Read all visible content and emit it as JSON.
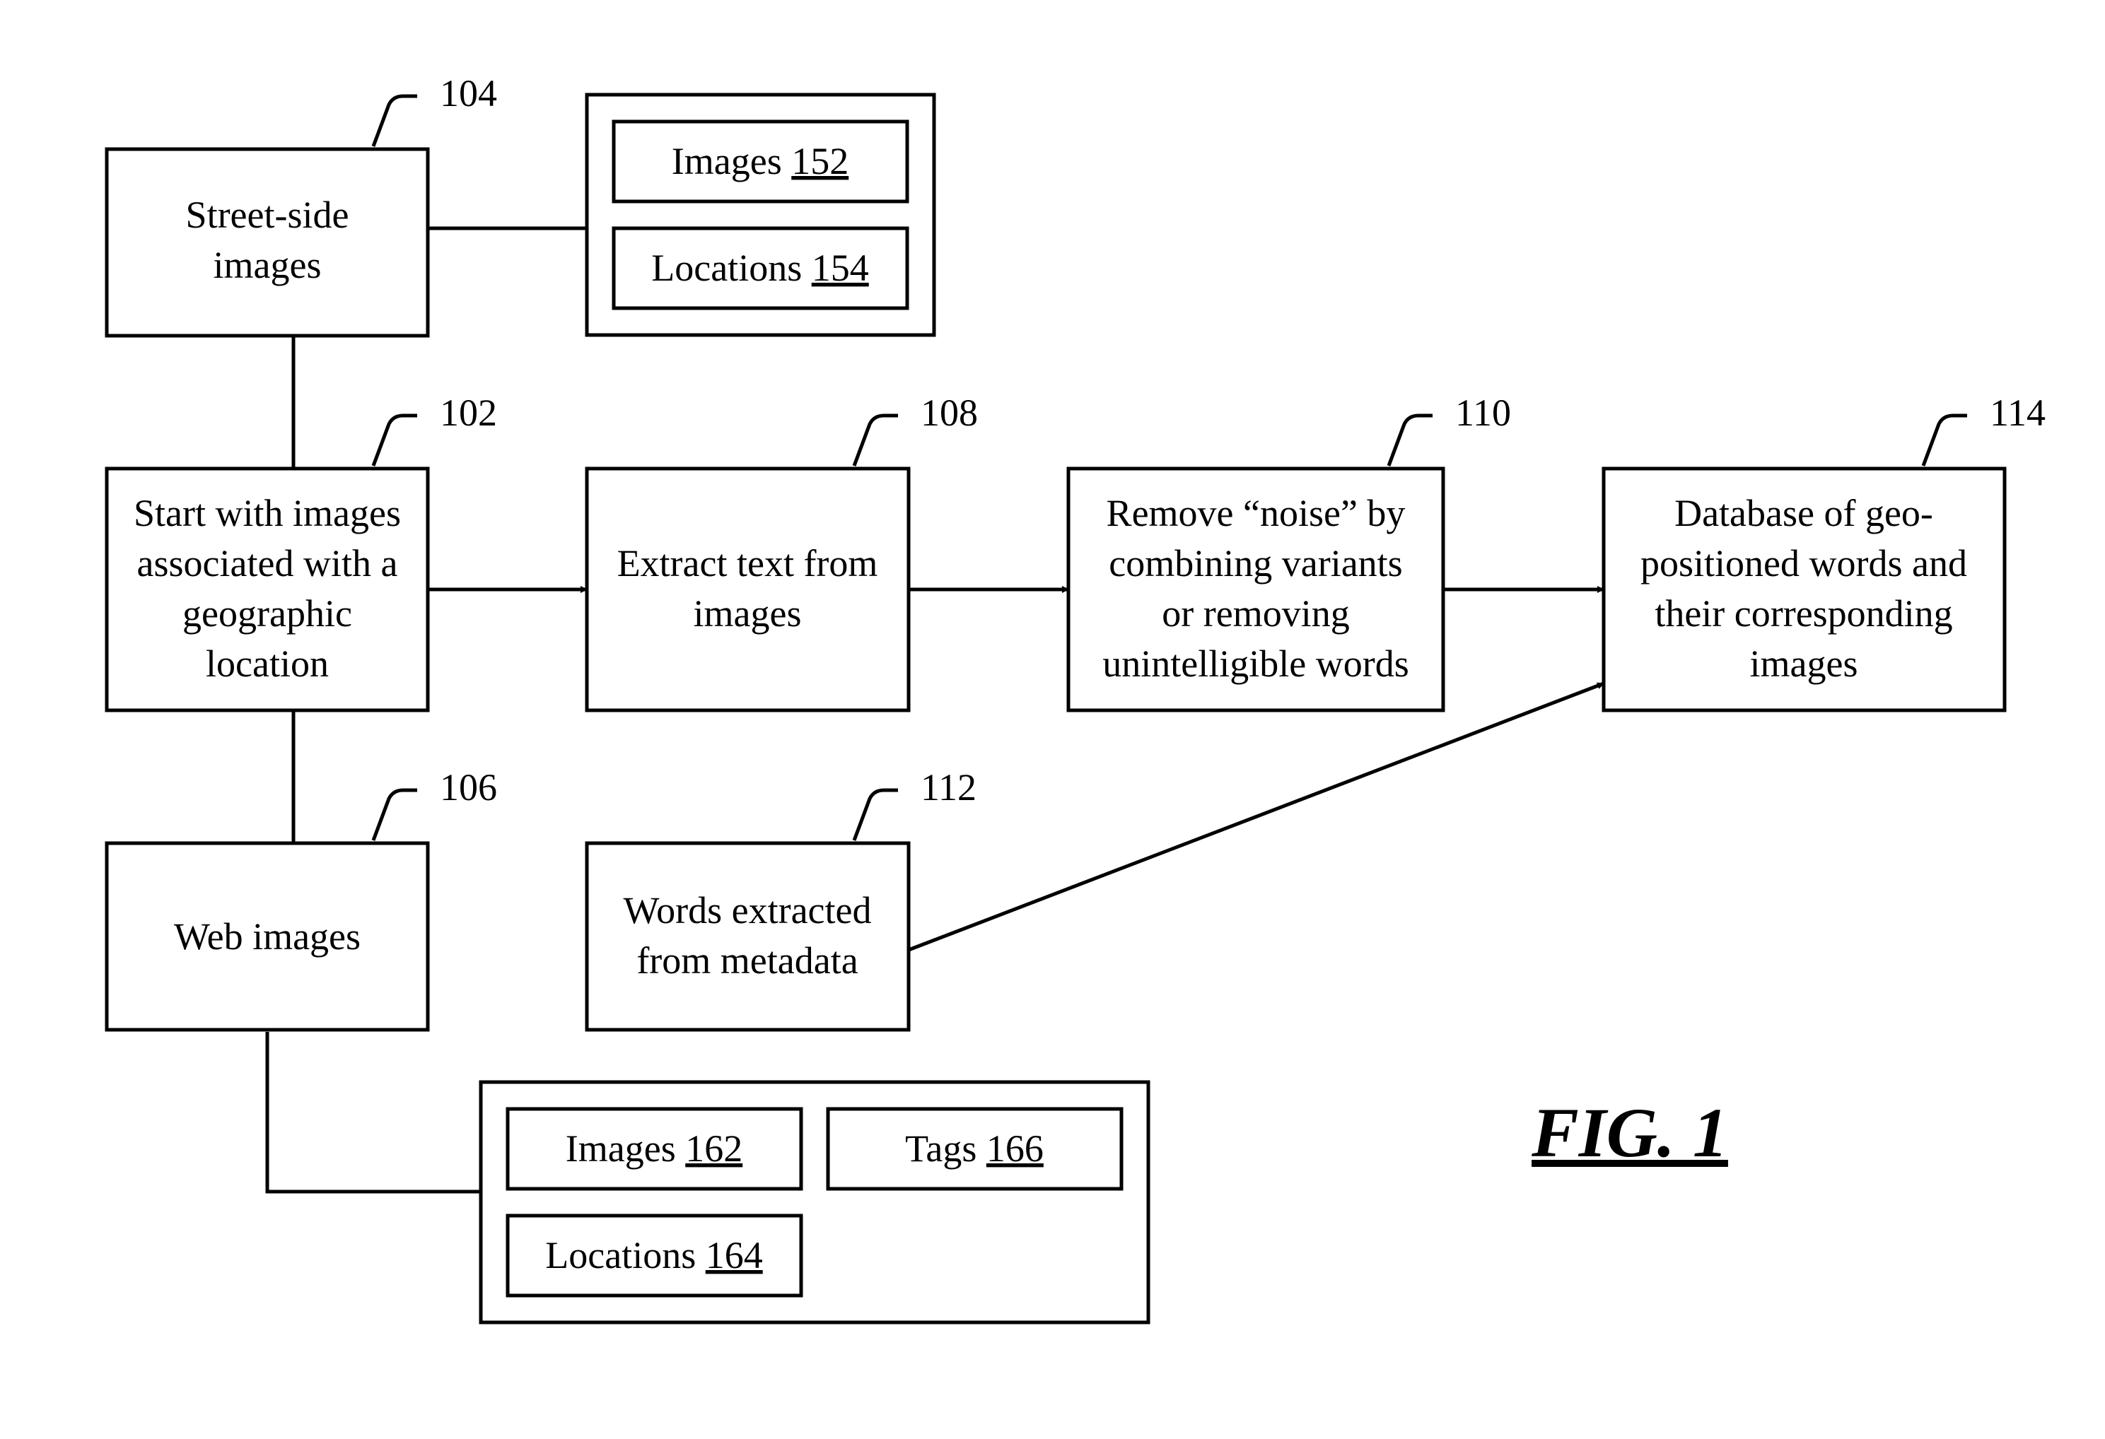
{
  "figure_label": "FIG. 1",
  "nodes": {
    "street_side": {
      "lines": [
        "Street-side",
        "images"
      ],
      "ref": "104"
    },
    "start": {
      "lines": [
        "Start with images",
        "associated with a",
        "geographic",
        "location"
      ],
      "ref": "102"
    },
    "web": {
      "lines": [
        "Web images"
      ],
      "ref": "106"
    },
    "extract": {
      "lines": [
        "Extract text from",
        "images"
      ],
      "ref": "108"
    },
    "remove": {
      "lines": [
        "Remove “noise” by",
        "combining variants",
        "or removing",
        "unintelligible words"
      ],
      "ref": "110"
    },
    "database": {
      "lines": [
        "Database of geo-",
        "positioned words and",
        "their corresponding",
        "images"
      ],
      "ref": "114"
    },
    "metadata": {
      "lines": [
        "Words extracted",
        "from metadata"
      ],
      "ref": "112"
    }
  },
  "street_group": [
    {
      "label": "Images",
      "num": "152"
    },
    {
      "label": "Locations",
      "num": "154"
    }
  ],
  "web_group": [
    {
      "label": "Images",
      "num": "162"
    },
    {
      "label": "Tags",
      "num": "166"
    },
    {
      "label": "Locations",
      "num": "164"
    }
  ]
}
